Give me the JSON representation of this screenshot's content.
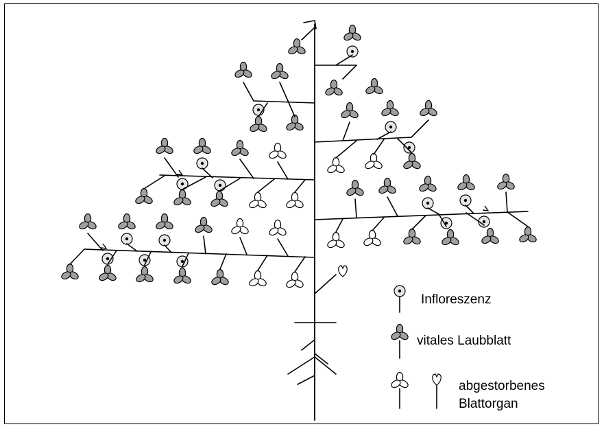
{
  "legend": {
    "inflorescence_label": "Infloreszenz",
    "vital_leaf_label": "vitales Laubblatt",
    "dead_organ_label_line1": "abgestorbenes",
    "dead_organ_label_line2": "Blattorgan"
  },
  "colors": {
    "vital_leaf_fill": "#a0a0a0",
    "dead_leaf_fill": "#ffffff",
    "inflorescence_fill": "#e6e6e6",
    "stroke": "#000000"
  }
}
